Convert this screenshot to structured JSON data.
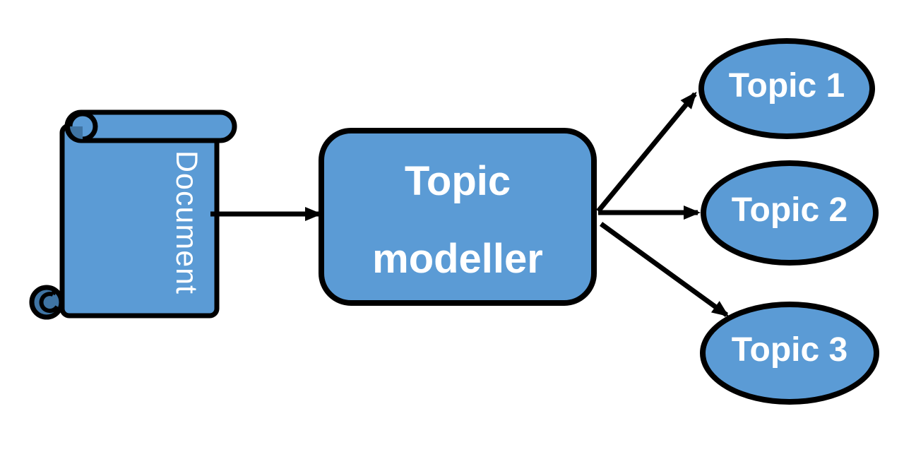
{
  "diagram": {
    "type": "flowchart",
    "colors": {
      "node_fill": "#5b9bd5",
      "node_border": "#000000",
      "scroll_shade": "#3f74a3",
      "label_text": "#ffffff",
      "arrow": "#000000",
      "background": "#ffffff"
    },
    "nodes": {
      "document": {
        "label": "Document",
        "shape": "scroll"
      },
      "modeller": {
        "label": "Topic modeller",
        "label_line1": "Topic",
        "label_line2": "modeller",
        "shape": "rounded-rectangle"
      },
      "topics": [
        {
          "label": "Topic 1",
          "shape": "ellipse"
        },
        {
          "label": "Topic 2",
          "shape": "ellipse"
        },
        {
          "label": "Topic 3",
          "shape": "ellipse"
        }
      ]
    },
    "edges": [
      {
        "from": "document",
        "to": "modeller"
      },
      {
        "from": "modeller",
        "to": "topic-1"
      },
      {
        "from": "modeller",
        "to": "topic-2"
      },
      {
        "from": "modeller",
        "to": "topic-3"
      }
    ]
  }
}
